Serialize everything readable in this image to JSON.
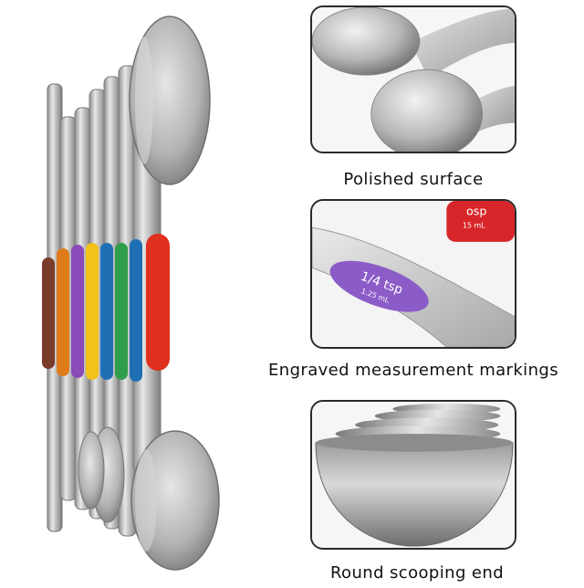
{
  "features": [
    {
      "caption": "Polished surface"
    },
    {
      "caption": "Engraved measurement markings"
    },
    {
      "caption": "Round scooping end"
    }
  ],
  "spoon_labels": {
    "quarter_tsp": "1/4 tsp",
    "quarter_tsp_ml": "1.25 mL",
    "tbsp_fragment": "osp",
    "tbsp_ml_fragment": "15 mL"
  },
  "colors": {
    "steel": "#c9c9c9",
    "band_colors": [
      "#e0301e",
      "#1f6fb5",
      "#2e9e4a",
      "#f2c21b",
      "#e07b1a",
      "#8a4bb8",
      "#7a3b2a"
    ],
    "label_purple": "#8b5cc7",
    "label_red": "#d7262a"
  }
}
